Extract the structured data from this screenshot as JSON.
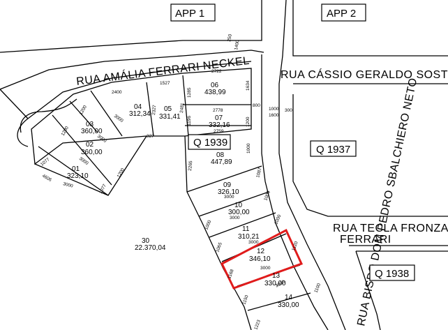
{
  "areas": {
    "app1": "APP 1",
    "app2": "APP 2"
  },
  "streets": {
    "amalia": "RUA AMÁLIA FERRARI NECKEL",
    "cassio": "RUA CÁSSIO GERALDO SOSTER",
    "tecla_line1": "RUA TECLA FRONZA",
    "tecla_line2": "FERRARI",
    "bispo": "RUA BISPO DOM PEDRO SBALCHIERO NETO"
  },
  "blocks": {
    "q1939": "Q 1939",
    "q1937": "Q 1937",
    "q1938": "Q 1938"
  },
  "lots": [
    {
      "id": "01",
      "area": "323,10"
    },
    {
      "id": "02",
      "area": "360,00"
    },
    {
      "id": "03",
      "area": "360,00"
    },
    {
      "id": "04",
      "area": "312,34"
    },
    {
      "id": "05",
      "area": "331,41"
    },
    {
      "id": "06",
      "area": "438,99"
    },
    {
      "id": "07",
      "area": "332,16"
    },
    {
      "id": "08",
      "area": "447,89"
    },
    {
      "id": "09",
      "area": "326,10"
    },
    {
      "id": "10",
      "area": "300,00"
    },
    {
      "id": "11",
      "area": "310,21"
    },
    {
      "id": "12",
      "area": "346,10"
    },
    {
      "id": "13",
      "area": "330,00"
    },
    {
      "id": "14",
      "area": "330,00"
    },
    {
      "id": "30",
      "area": "22.370,04"
    }
  ],
  "dims": {
    "d2400": "2400",
    "d1527": "1527",
    "d2722": "2722",
    "d1634": "1634",
    "d2778": "2778",
    "d2759": "2759",
    "d1200a": "1200",
    "d1200b": "1200",
    "d1200c": "1200",
    "d1200d": "1200",
    "d3000a": "3000",
    "d3000b": "3000",
    "d3000c": "3000",
    "d3000d": "3000",
    "d3000e": "3000",
    "d3000f": "3000",
    "d3000g": "3000",
    "d3000h": "3000",
    "d2327": "2327",
    "d2481": "2481",
    "d1285": "1285",
    "d1196": "1196",
    "d327": "327",
    "d1077a": "1077",
    "d1077b": "1077",
    "d4606": "4606",
    "d3000i": "3000",
    "d2265": "2265",
    "d1087": "1087",
    "d1000a": "1000",
    "d1000b": "1000",
    "d1000c": "1000",
    "d1000d": "1000",
    "d1000e": "1000",
    "d1065": "1065",
    "d1168": "1168",
    "d1120": "1120",
    "d1150": "1150",
    "d1100": "1100",
    "d1600": "1600",
    "d300": "300",
    "d800": "800",
    "d1400": "1400",
    "d250": "250",
    "d1223": "1223"
  },
  "highlight_color": "#e01b1b"
}
